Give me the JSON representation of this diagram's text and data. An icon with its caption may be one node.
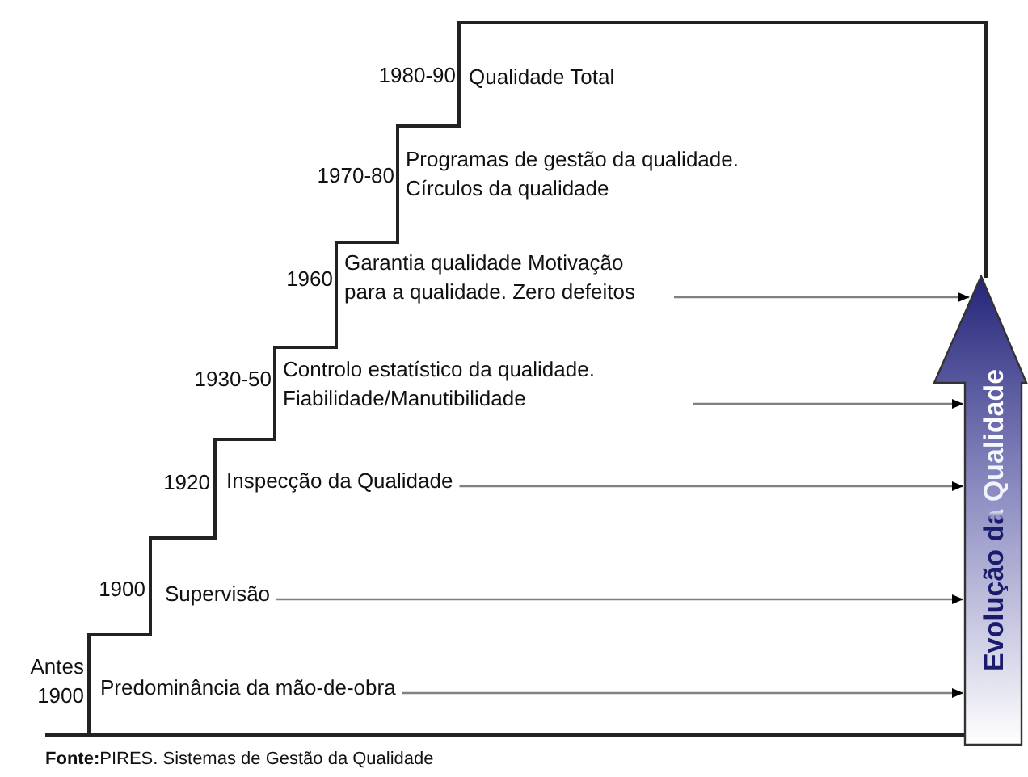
{
  "diagram": {
    "caption": "**Fonte:**PIRES. Sistemas de Gestão da Qualidade",
    "nodes": [
      {
        "text": [
          "Predominância da mão-de-obra"
        ],
        "beside": [
          "Antes 1900"
        ]
      },
      {
        "text": [
          "Supervisão"
        ],
        "beside": [
          "1900"
        ]
      },
      {
        "text": [
          "Inspecção da Qualidade"
        ],
        "beside": [
          "1920"
        ]
      },
      {
        "text": [
          "Controlo estatístico da qualidade. Fiabilidade/Manutibilidade"
        ],
        "beside": [
          "1930-50"
        ]
      },
      {
        "text": [
          "Garantia qualidade Motivação para a qualidade. Zero defeitos"
        ],
        "beside": [
          "1960"
        ]
      },
      {
        "text": [
          "Programas de gestão da qualidade. Círculos da qualidade"
        ],
        "beside": [
          "1970-80"
        ]
      },
      {
        "text": [
          "Qualidade Total"
        ],
        "beside": [
          "1980-90"
        ]
      },
      {
        "text": [
          "Evolução da Qualidade"
        ]
      }
    ],
    "edges": [
      {
        "from": 0,
        "to": 7,
        "arrow": "to"
      },
      {
        "from": 1,
        "to": 7,
        "arrow": "to"
      },
      {
        "from": 2,
        "to": 7,
        "arrow": "to"
      },
      {
        "from": 3,
        "to": 7,
        "arrow": "to"
      },
      {
        "from": 4,
        "to": 7,
        "arrow": "to"
      }
    ]
  }
}
